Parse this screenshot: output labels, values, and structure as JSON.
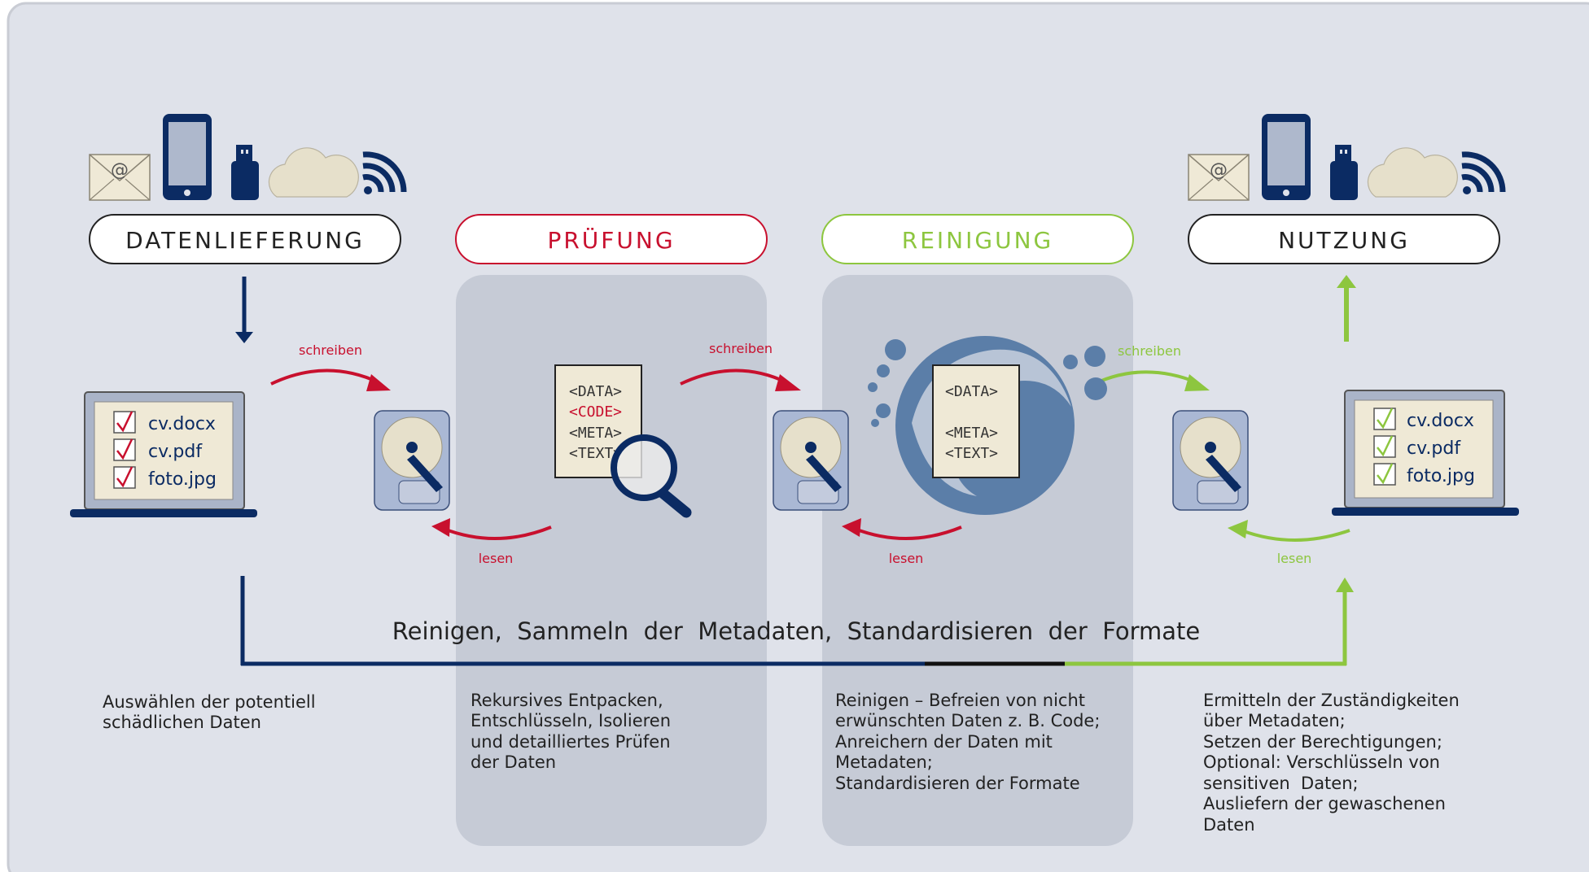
{
  "stages": {
    "delivery": {
      "label": "DATENLIEFERUNG"
    },
    "check": {
      "label": "PRÜFUNG"
    },
    "cleaning": {
      "label": "REINIGUNG"
    },
    "usage": {
      "label": "NUTZUNG"
    }
  },
  "arrows": {
    "write": "schreiben",
    "read": "lesen"
  },
  "files": {
    "source": [
      "cv.docx",
      "cv.pdf",
      "foto.jpg"
    ],
    "result": [
      "cv.docx",
      "cv.pdf",
      "foto.jpg"
    ]
  },
  "doc_tags": {
    "check": [
      "<DATA>",
      "<CODE>",
      "<META>",
      "<TEXT>"
    ],
    "clean": [
      "<DATA>",
      "<META>",
      "<TEXT>"
    ]
  },
  "flow_label": "Reinigen,  Sammeln  der  Metadaten,  Standardisieren  der  Formate",
  "descriptions": {
    "delivery": [
      "Auswählen der potentiell",
      "schädlichen Daten"
    ],
    "check": [
      "Rekursives Entpacken,",
      "Entschlüsseln, Isolieren",
      "und detailliertes Prüfen",
      "der Daten"
    ],
    "cleaning": [
      "Reinigen – Befreien von nicht",
      "erwünschten Daten z. B. Code;",
      "Anreichern der Daten mit",
      "Metadaten;",
      "Standardisieren der Formate"
    ],
    "usage": [
      "Ermitteln der Zuständigkeiten",
      "über Metadaten;",
      "Setzen der Berechtigungen;",
      "Optional: Verschlüsseln von",
      "sensitiven  Daten;",
      "Ausliefern der gewaschenen",
      "Daten"
    ]
  },
  "icons": [
    "mail-icon",
    "phone-icon",
    "usb-stick-icon",
    "cloud-icon",
    "wifi-icon",
    "laptop-icon",
    "hard-drive-icon",
    "magnifier-icon",
    "wave-icon",
    "checkbox-icon"
  ],
  "colors": {
    "background": "#dfe2ea",
    "panel": "#c6cbd6",
    "navy": "#0b2b63",
    "red": "#c8102e",
    "green": "#8dc63f",
    "cream": "#efe9d6",
    "wave": "#5b7ea8",
    "text": "#2b2b2b"
  }
}
